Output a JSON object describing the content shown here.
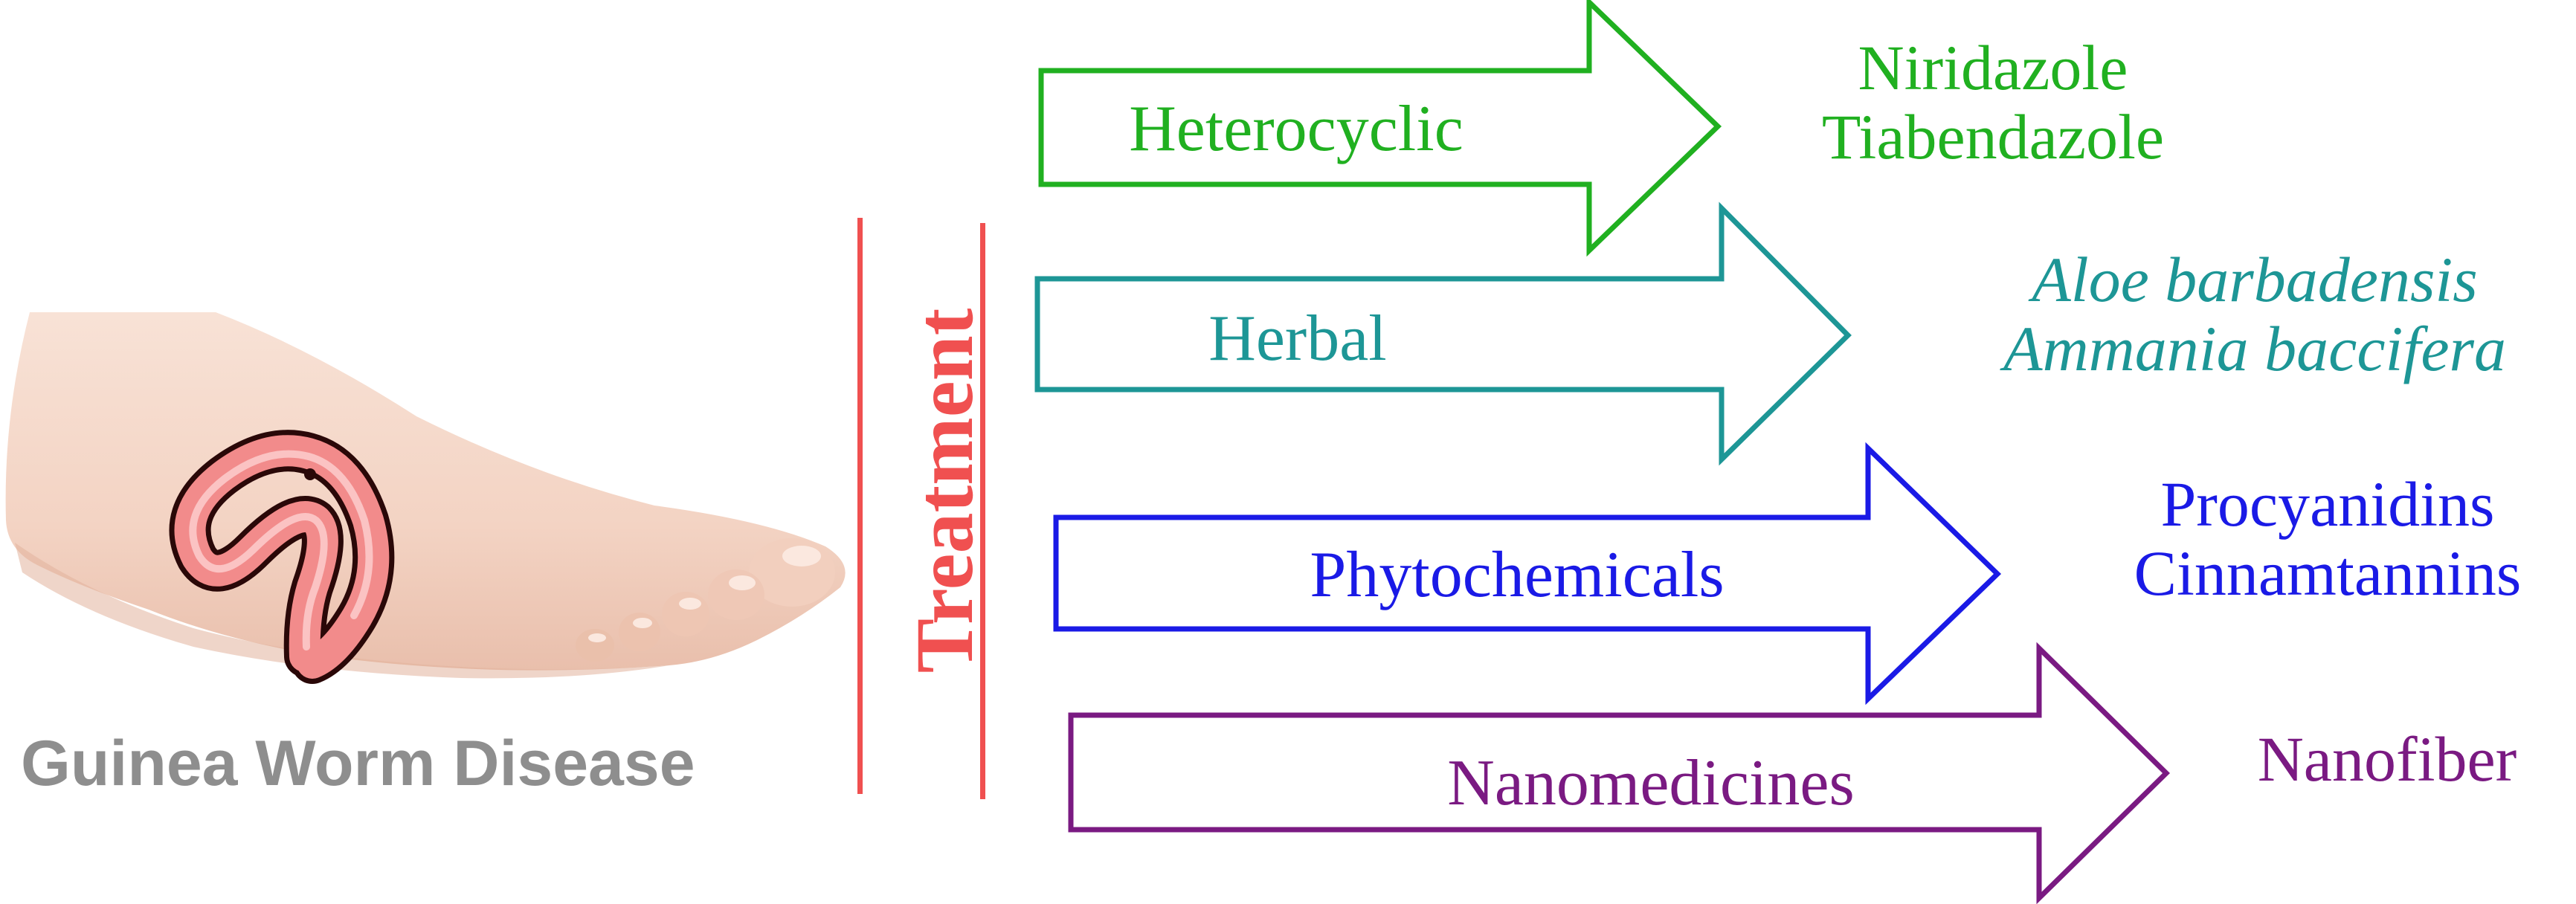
{
  "title": "Guinea Worm Disease",
  "treatment_label": "Treatment",
  "colors": {
    "heterocyclic": "#20b020",
    "herbal": "#1d9696",
    "phytochemicals": "#1a1ae6",
    "nanomedicines": "#7a1a82",
    "treatment": "#f05050",
    "title": "#8e8e8e"
  },
  "categories": [
    {
      "label": "Heterocyclic",
      "results": [
        "Niridazole",
        "Tiabendazole"
      ]
    },
    {
      "label": "Herbal",
      "results": [
        "Aloe barbadensis",
        "Ammania baccifera"
      ]
    },
    {
      "label": "Phytochemicals",
      "results": [
        "Procyanidins",
        "Cinnamtannins"
      ]
    },
    {
      "label": "Nanomedicines",
      "results": [
        "Nanofiber"
      ]
    }
  ]
}
